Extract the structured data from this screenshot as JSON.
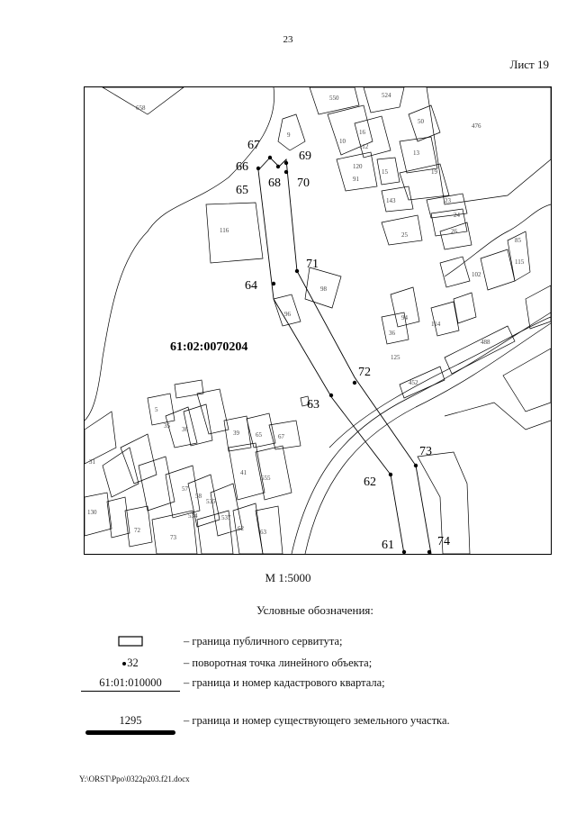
{
  "page_number": "23",
  "sheet_label": "Лист 19",
  "scale": "М 1:5000",
  "legend": {
    "title": "Условные обозначения:",
    "items": [
      {
        "symbol": "",
        "text": "–  граница публичного сервитута;"
      },
      {
        "symbol": "32",
        "text": "–  поворотная точка линейного объекта;"
      },
      {
        "symbol": "61:01:010000",
        "text": "–  граница и номер кадастрового квартала;"
      },
      {
        "symbol": "1295",
        "text": "–  граница и номер существующего земельного участка."
      }
    ]
  },
  "footer_path": "Y:\\ORST\\Ppo\\0322p203.f21.docx",
  "map": {
    "quarter_label": "61:02:0070204",
    "turning_points": [
      "61",
      "62",
      "63",
      "64",
      "65",
      "66",
      "67",
      "68",
      "69",
      "70",
      "71",
      "72",
      "73",
      "74"
    ],
    "parcel_numbers": [
      "658",
      "550",
      "524",
      "476",
      "50",
      "9",
      "10",
      "16",
      "112",
      "13",
      "120",
      "91",
      "15",
      "19",
      "143",
      "23",
      "24",
      "25",
      "26",
      "116",
      "85",
      "115",
      "102",
      "98",
      "94",
      "114",
      "36",
      "488",
      "96",
      "125",
      "452",
      "5",
      "35",
      "36",
      "39",
      "65",
      "67",
      "31",
      "41",
      "555",
      "130",
      "57",
      "58",
      "535",
      "72",
      "534",
      "73",
      "62",
      "63",
      "537"
    ]
  }
}
